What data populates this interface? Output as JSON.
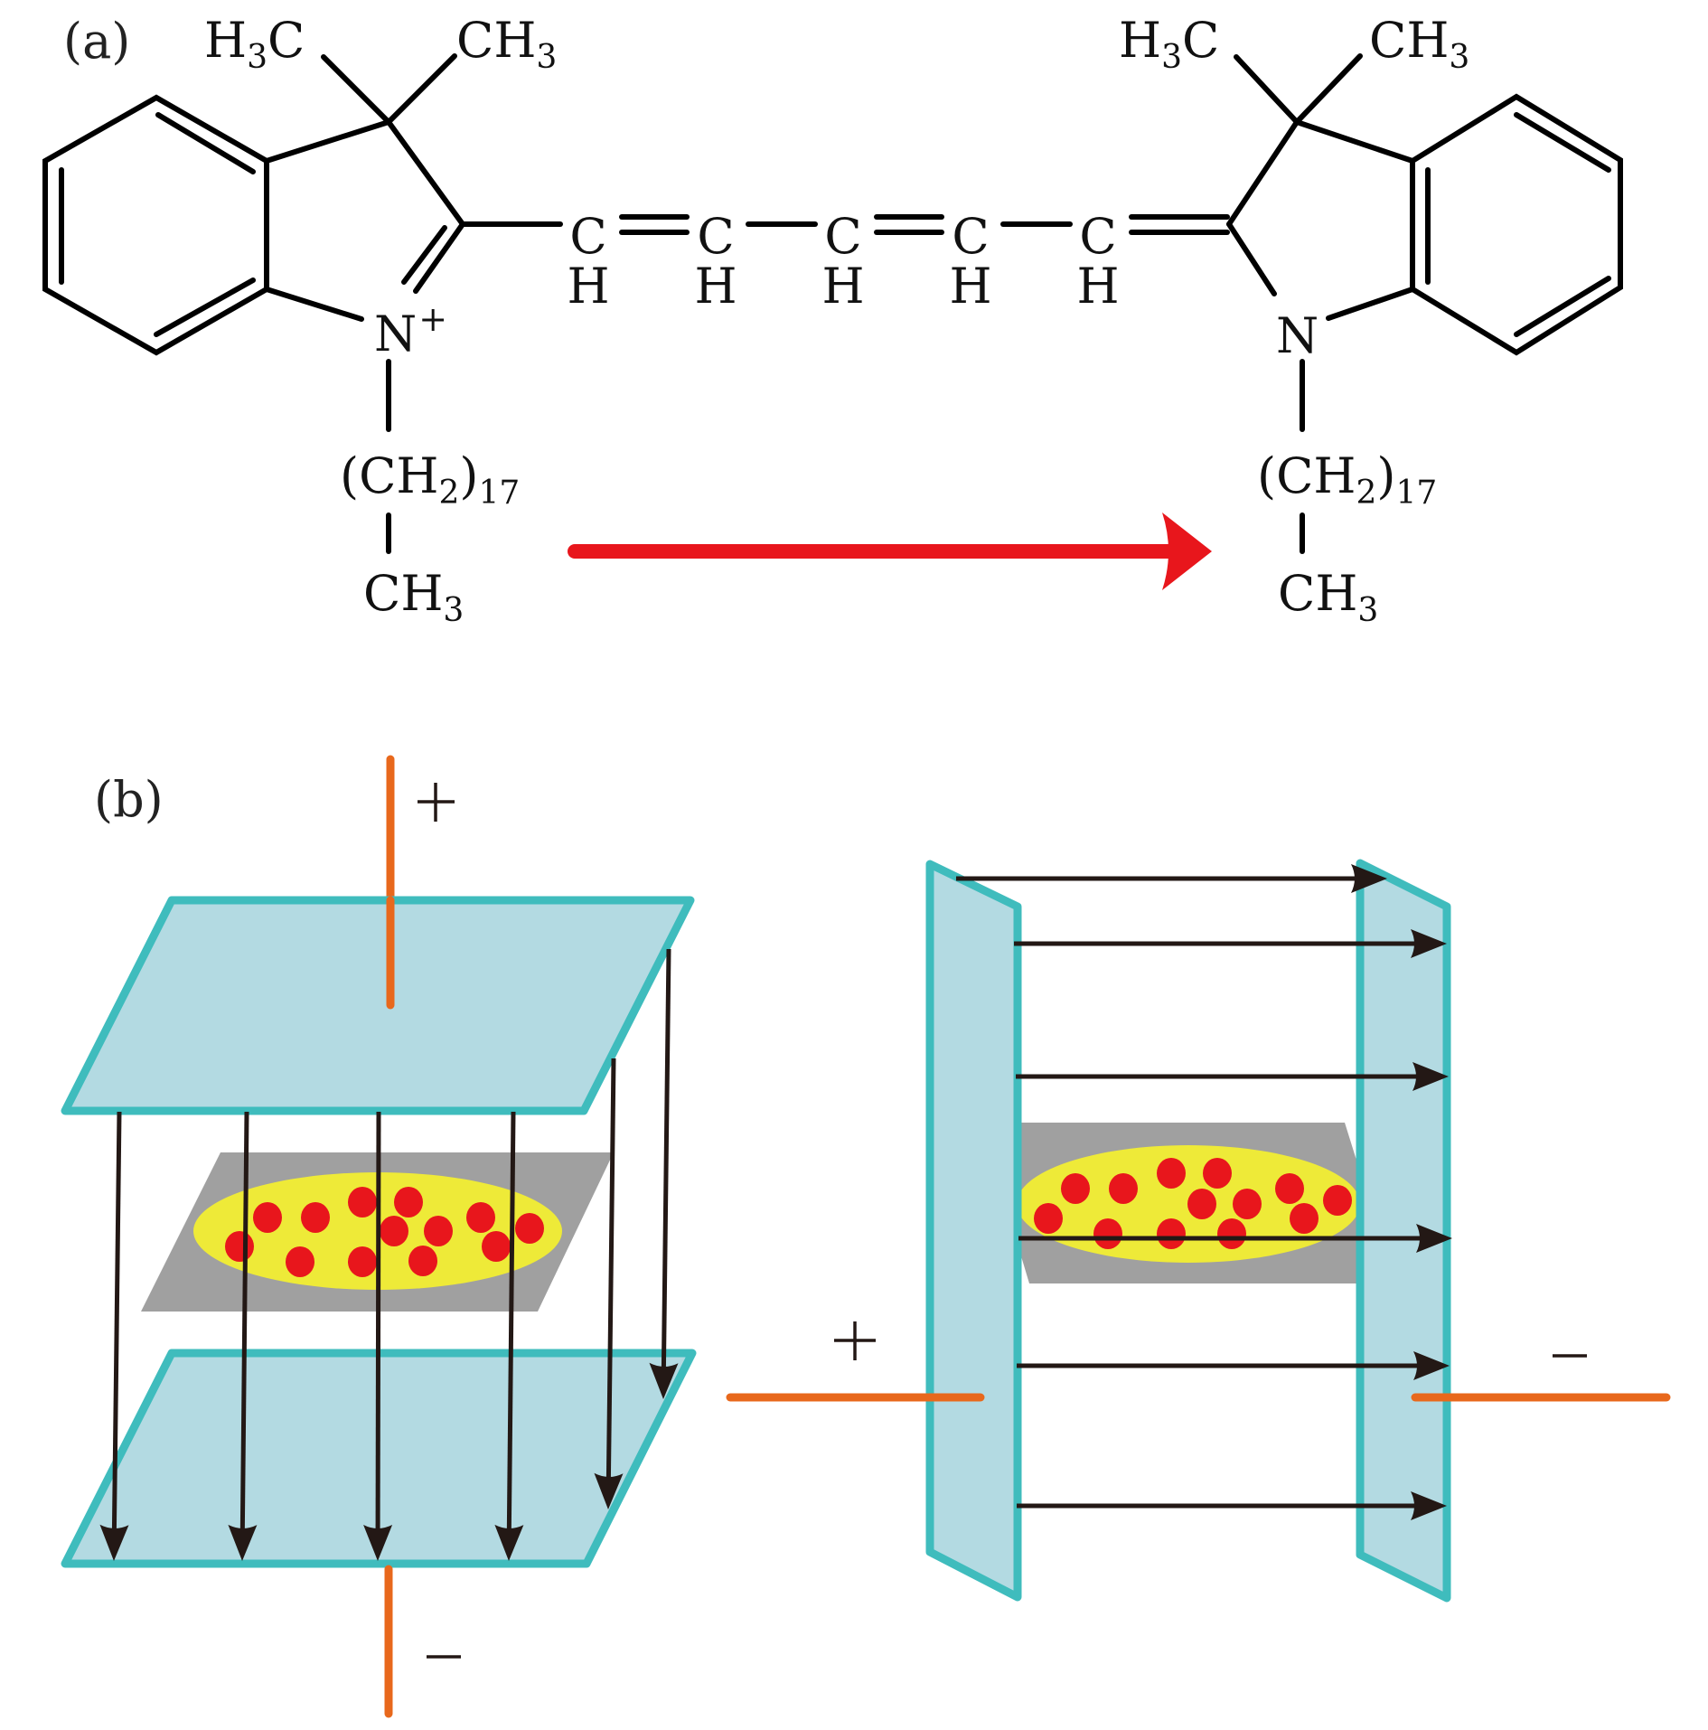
{
  "figure": {
    "panel_a": {
      "label": "(a)",
      "left_molecule": {
        "methyl_left": {
          "main": "H",
          "sub": "3",
          "tail": "C"
        },
        "methyl_right": {
          "main": "CH",
          "sub": "3"
        },
        "nitrogen": {
          "main": "N",
          "sup": "+"
        },
        "chain": {
          "open": "(CH",
          "sub": "2",
          "close": ")",
          "count": "17"
        },
        "terminal": {
          "main": "CH",
          "sub": "3"
        }
      },
      "polymethine": {
        "carbons": [
          "C",
          "C",
          "C",
          "C",
          "C"
        ],
        "hydrogens": [
          "H",
          "H",
          "H",
          "H",
          "H"
        ]
      },
      "right_molecule": {
        "methyl_left": {
          "main": "H",
          "sub": "3",
          "tail": "C"
        },
        "methyl_right": {
          "main": "CH",
          "sub": "3"
        },
        "nitrogen": {
          "main": "N"
        },
        "chain": {
          "open": "(CH",
          "sub": "2",
          "close": ")",
          "count": "17"
        },
        "terminal": {
          "main": "CH",
          "sub": "3"
        }
      },
      "arrow_color": "#e8161c"
    },
    "panel_b": {
      "label": "(b)",
      "horizontal_capacitor": {
        "top_sign": "+",
        "bottom_sign": "−",
        "field_line_count": 6,
        "particle_count": 13
      },
      "vertical_capacitor": {
        "left_sign": "+",
        "right_sign": "−",
        "field_line_count": 6,
        "particle_count": 13
      }
    },
    "colors": {
      "plate_fill": "#b3dae2",
      "plate_stroke": "#3fbcbd",
      "wire": "#e8681c",
      "substrate": "#a0a0a0",
      "film": "#eeea38",
      "particle": "#e8161c",
      "field_line": "#231815"
    }
  }
}
